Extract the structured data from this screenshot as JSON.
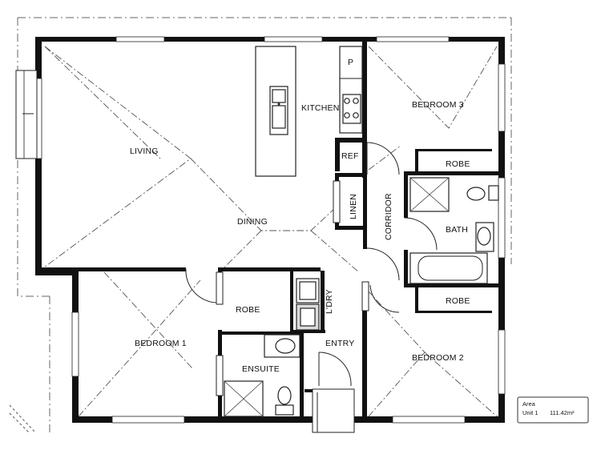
{
  "rooms": {
    "living": "LIVING",
    "dining": "DINING",
    "kitchen": "KITCHEN",
    "pantry": "P",
    "ref": "REF",
    "linen": "LINEN",
    "corridor": "CORRIDOR",
    "bedroom3": "BEDROOM 3",
    "robe_bed3": "ROBE",
    "bath": "BATH",
    "robe_bed2": "ROBE",
    "bedroom2": "BEDROOM 2",
    "bedroom1": "BEDROOM 1",
    "robe_bed1": "ROBE",
    "ensuite": "ENSUITE",
    "laundry": "L'DRY",
    "entry": "ENTRY"
  },
  "area_box": {
    "heading": "Area",
    "unit": "Unit 1",
    "value": "111.42m²"
  }
}
